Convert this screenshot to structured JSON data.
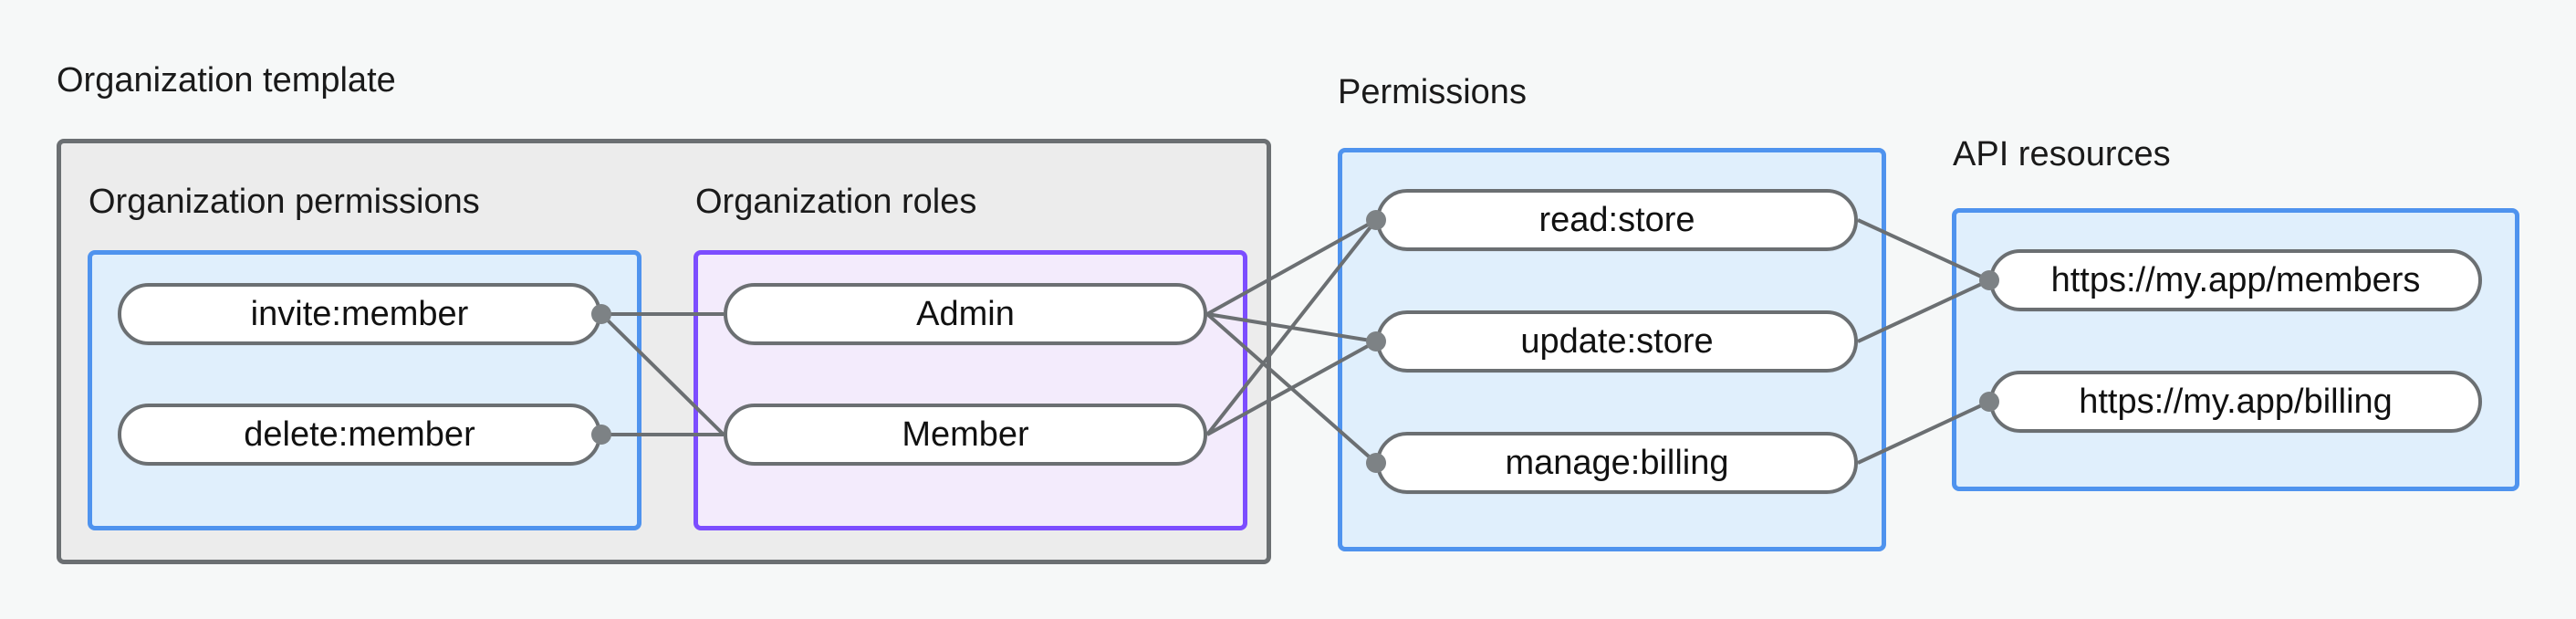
{
  "diagram": {
    "title_visible": false,
    "background_color": "#f6f8f8",
    "groups": [
      {
        "id": "organization-template",
        "label": "Organization template",
        "style": "gray-outer",
        "subgroups": [
          {
            "id": "organization-permissions",
            "label": "Organization permissions",
            "style": "blue",
            "nodes": [
              {
                "id": "invite-member",
                "label": "invite:member"
              },
              {
                "id": "delete-member",
                "label": "delete:member"
              }
            ]
          },
          {
            "id": "organization-roles",
            "label": "Organization roles",
            "style": "purple",
            "nodes": [
              {
                "id": "admin",
                "label": "Admin"
              },
              {
                "id": "member",
                "label": "Member"
              }
            ]
          }
        ]
      },
      {
        "id": "permissions",
        "label": "Permissions",
        "style": "blue",
        "nodes": [
          {
            "id": "read-store",
            "label": "read:store"
          },
          {
            "id": "update-store",
            "label": "update:store"
          },
          {
            "id": "manage-billing",
            "label": "manage:billing"
          }
        ]
      },
      {
        "id": "api-resources",
        "label": "API resources",
        "style": "blue",
        "nodes": [
          {
            "id": "members-url",
            "label": "https://my.app/members"
          },
          {
            "id": "billing-url",
            "label": "https://my.app/billing"
          }
        ]
      }
    ],
    "edges": [
      {
        "from": "invite-member",
        "to": "admin"
      },
      {
        "from": "invite-member",
        "to": "member"
      },
      {
        "from": "delete-member",
        "to": "admin"
      },
      {
        "from": "admin",
        "to": "read-store"
      },
      {
        "from": "admin",
        "to": "update-store"
      },
      {
        "from": "admin",
        "to": "manage-billing"
      },
      {
        "from": "member",
        "to": "read-store"
      },
      {
        "from": "member",
        "to": "update-store"
      },
      {
        "from": "read-store",
        "to": "members-url"
      },
      {
        "from": "update-store",
        "to": "members-url"
      },
      {
        "from": "manage-billing",
        "to": "billing-url"
      }
    ],
    "colors": {
      "canvas": "#f6f8f8",
      "gray_border": "#6b6f72",
      "gray_fill": "#ececec",
      "blue_border": "#4f93ee",
      "blue_fill": "#e0effc",
      "purple_border": "#7c4dff",
      "purple_fill": "#f3ebfc",
      "node_fill": "#ffffff",
      "node_border": "#6b6f72",
      "edge": "#6b6f72",
      "endpoint_dot": "#7d8285",
      "text": "#111111"
    }
  }
}
